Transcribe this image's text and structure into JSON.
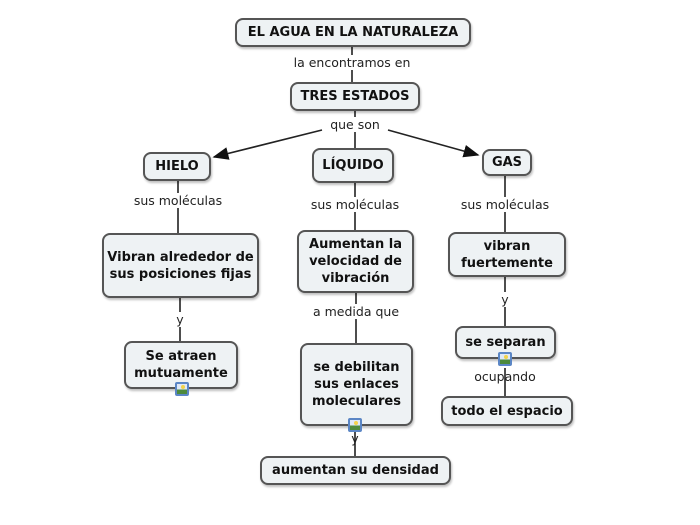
{
  "nodes": {
    "root": "EL AGUA EN LA NATURALEZA",
    "tres_estados": "TRES ESTADOS",
    "hielo": "HIELO",
    "liquido": "LÍQUIDO",
    "gas": "GAS",
    "hielo_vibran": "Vibran alrededor de sus posiciones fijas",
    "hielo_atraen": "Se atraen mutuamente",
    "liquido_aumentan": "Aumentan la velocidad de vibración",
    "liquido_debilitan": "se debilitan sus enlaces moleculares",
    "liquido_densidad": "aumentan su densidad",
    "gas_vibran": "vibran fuertemente",
    "gas_separan": "se separan",
    "gas_espacio": "todo el espacio"
  },
  "links": {
    "encontramos": "la encontramos en",
    "que_son": "que son",
    "hielo_moleculas": "sus moléculas",
    "liquido_moleculas": "sus moléculas",
    "gas_moleculas": "sus moléculas",
    "hielo_y": "y",
    "liquido_medida": "a medida que",
    "liquido_y": "y",
    "gas_y": "y",
    "gas_ocupando": "ocupando"
  }
}
